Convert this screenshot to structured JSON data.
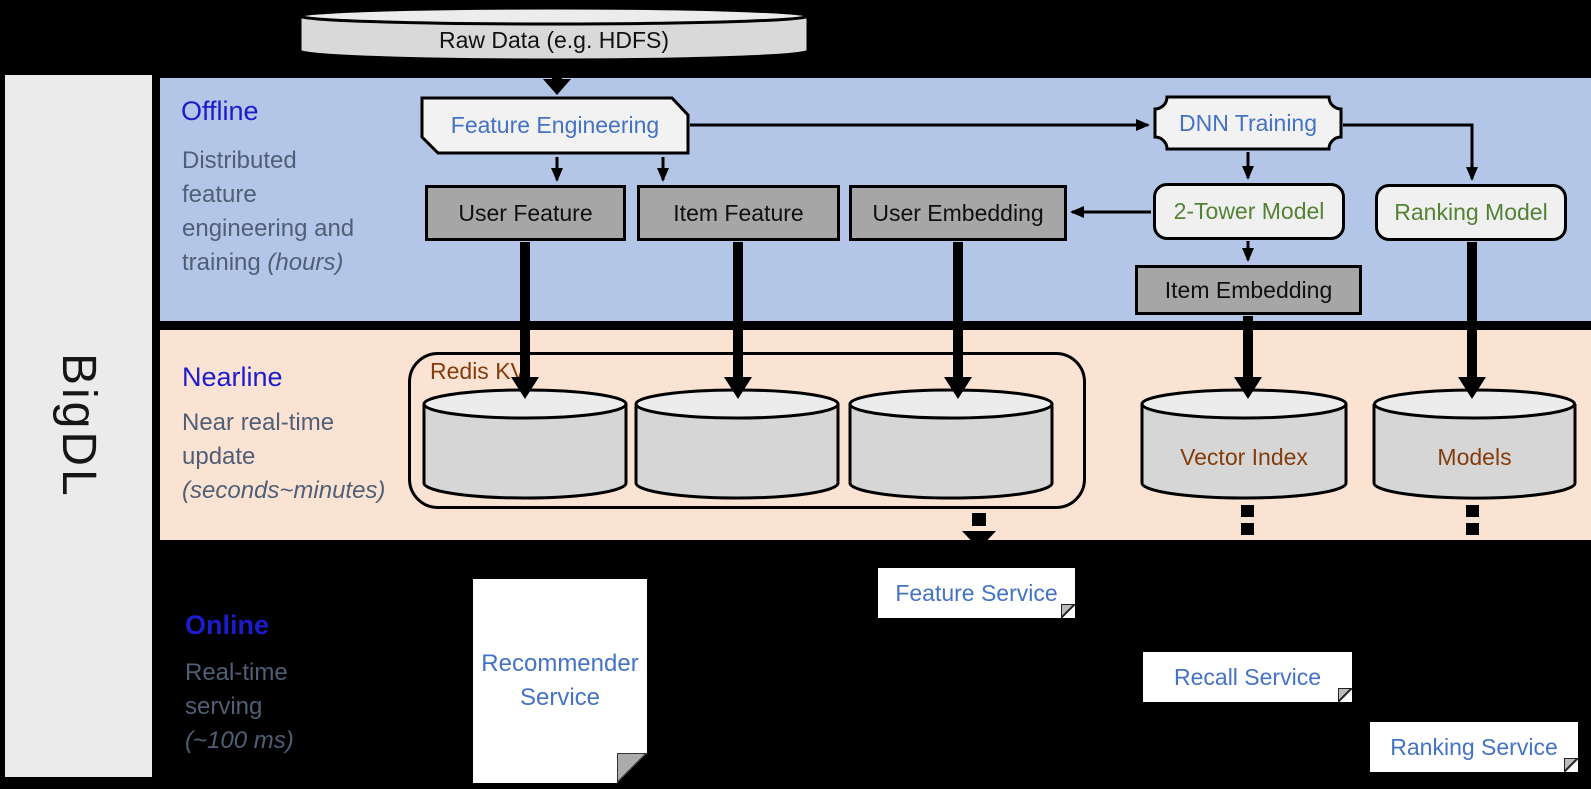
{
  "brand": {
    "label": "BigDL"
  },
  "raw_data": {
    "label": "Raw Data (e.g. HDFS)"
  },
  "bands": {
    "offline": {
      "label": "Offline",
      "description": [
        "Distributed",
        "feature",
        "engineering and"
      ],
      "description_last": "training",
      "description_italic": "(hours)"
    },
    "nearline": {
      "label": "Nearline",
      "description": [
        "Near real-time",
        "update"
      ],
      "description_italic": "(seconds~minutes)"
    },
    "online": {
      "label": "Online",
      "description": [
        "Real-time",
        "serving"
      ],
      "description_italic": "(~100 ms)"
    }
  },
  "offline_nodes": {
    "feature_engineering": "Feature Engineering",
    "dnn_training": "DNN Training",
    "user_feature": "User Feature",
    "item_feature": "Item Feature",
    "user_embedding": "User Embedding",
    "two_tower_model": "2-Tower Model",
    "ranking_model": "Ranking Model",
    "item_embedding": "Item Embedding"
  },
  "nearline_nodes": {
    "redis_kv": "Redis KV",
    "vector_index": "Vector Index",
    "models": "Models"
  },
  "online_nodes": {
    "recommender_service": "Recommender Service",
    "feature_service": "Feature Service",
    "recall_service": "Recall Service",
    "ranking_service": "Ranking Service"
  },
  "colors": {
    "offline_band": "#b4c6e7",
    "nearline_band": "#fbe3d4",
    "online_band": "#000000",
    "bigdl_panel": "#ebebeb",
    "band_heading_blue": "#1c1ccd",
    "description_gray": "#4f5f76",
    "service_label_blue": "#4472c4",
    "model_label_green": "#548235",
    "datastore_label_brown": "#843c0c",
    "gray_box_fill": "#a6a6a6",
    "light_box_fill": "#f2f2f2",
    "cylinder_fill": "#d6d6d6"
  }
}
